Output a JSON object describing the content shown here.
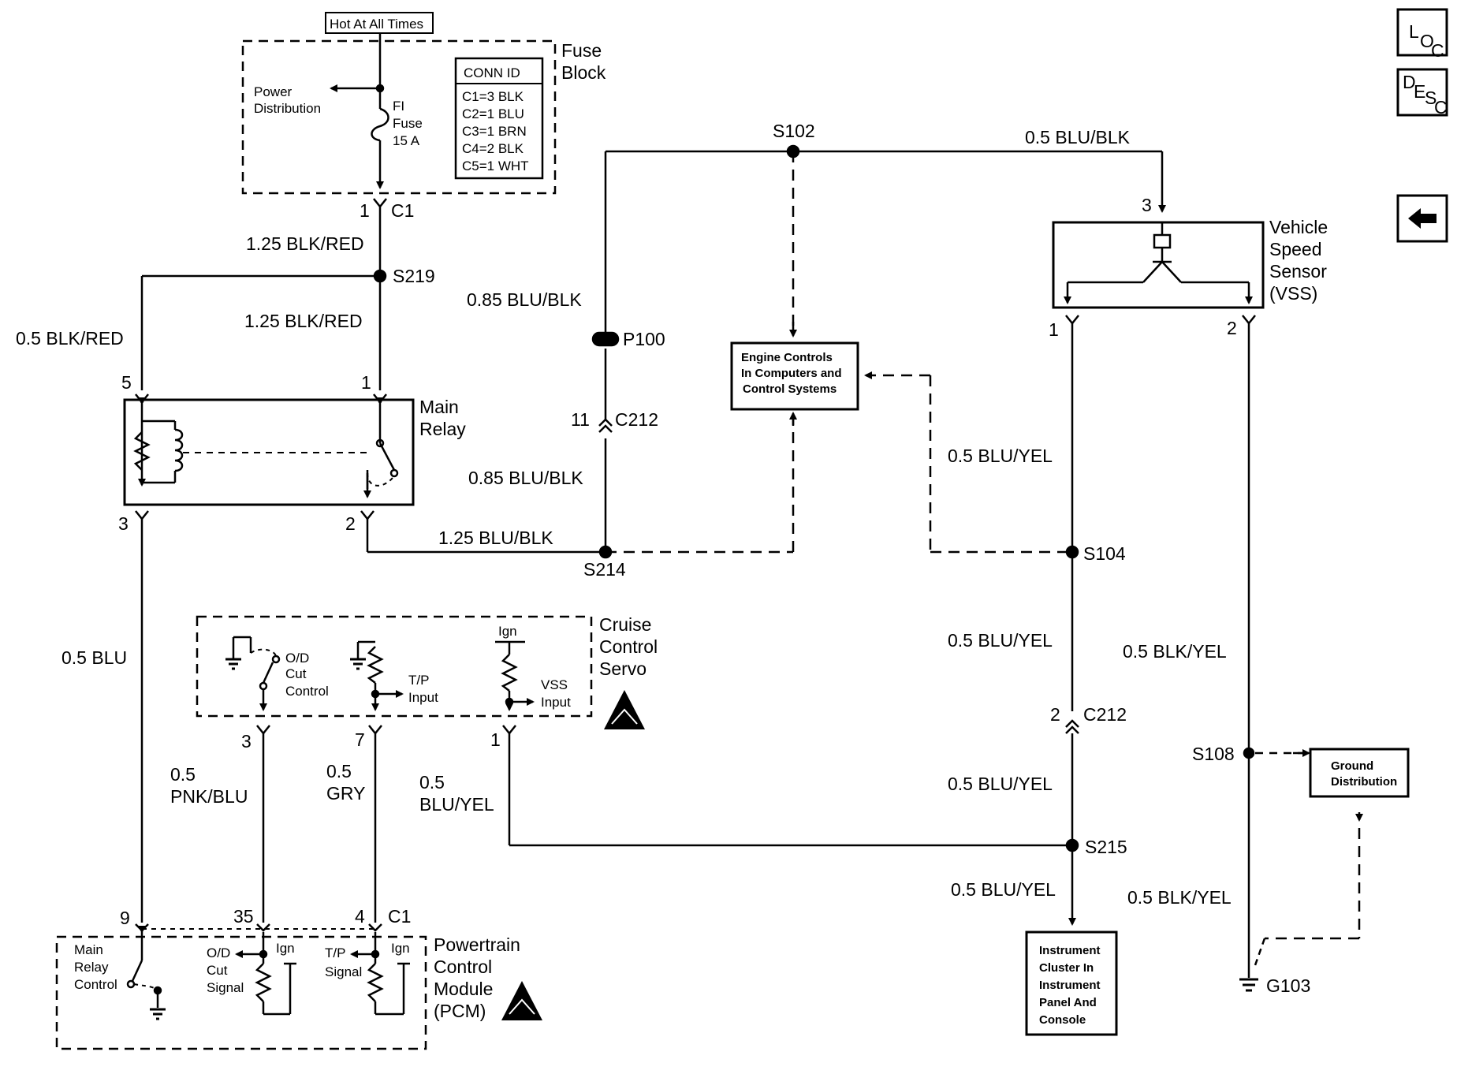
{
  "nav": {
    "loc": [
      "L",
      "O",
      "C"
    ],
    "desc": [
      "D",
      "E",
      "S",
      "C"
    ],
    "back_icon": "left-arrow-icon"
  },
  "fuse_block": {
    "hot_label": "Hot At All Times",
    "title": [
      "Fuse",
      "Block"
    ],
    "power_dist": [
      "Power",
      "Distribution"
    ],
    "fuse_label": [
      "FI",
      "Fuse",
      "15 A"
    ],
    "conn_header": "CONN ID",
    "conn_rows": [
      "C1=3 BLK",
      "C2=1 BLU",
      "C3=1 BRN",
      "C4=2 BLK",
      "C5=1 WHT"
    ],
    "pin": "1",
    "conn": "C1"
  },
  "main_relay": {
    "title": [
      "Main",
      "Relay"
    ],
    "pins": {
      "p5": "5",
      "p1": "1",
      "p3": "3",
      "p2": "2"
    }
  },
  "splices": {
    "s219": "S219",
    "s102": "S102",
    "s214": "S214",
    "s104": "S104",
    "s215": "S215",
    "s108": "S108"
  },
  "connectors": {
    "p100": "P100",
    "c212_pin11": "11",
    "c212": "C212",
    "c212_pin2": "2",
    "c212_b": "C212"
  },
  "wires": {
    "w_blkred_1": "1.25 BLK/RED",
    "w_blkred_2": "1.25 BLK/RED",
    "w_blkred_05": "0.5 BLK/RED",
    "w_blublk_085a": "0.85 BLU/BLK",
    "w_blublk_085b": "0.85 BLU/BLK",
    "w_blublk_125": "1.25 BLU/BLK",
    "w_blublk_05": "0.5 BLU/BLK",
    "w_bluyel_1": "0.5 BLU/YEL",
    "w_bluyel_2": "0.5 BLU/YEL",
    "w_bluyel_3": "0.5 BLU/YEL",
    "w_bluyel_4": "0.5 BLU/YEL",
    "w_blkyel_1": "0.5 BLK/YEL",
    "w_blkyel_2": "0.5 BLK/YEL",
    "w_blu": "0.5 BLU",
    "w_pnkblu": [
      "0.5",
      "PNK/BLU"
    ],
    "w_gry": [
      "0.5",
      "GRY"
    ],
    "w_bluyel_servo": [
      "0.5",
      "BLU/YEL"
    ]
  },
  "engine_controls": [
    "Engine Controls",
    "In Computers and",
    "Control Systems"
  ],
  "vss": {
    "title": [
      "Vehicle",
      "Speed",
      "Sensor",
      "(VSS)"
    ],
    "pin3": "3",
    "pin1": "1",
    "pin2": "2"
  },
  "servo": {
    "title": [
      "Cruise",
      "Control",
      "Servo"
    ],
    "od_label": [
      "O/D",
      "Cut",
      "Control"
    ],
    "tp_label": [
      "T/P",
      "Input"
    ],
    "ign": "Ign",
    "vss_label": [
      "VSS",
      "Input"
    ],
    "pin3": "3",
    "pin7": "7",
    "pin1": "1"
  },
  "pcm": {
    "title": [
      "Powertrain",
      "Control",
      "Module",
      "(PCM)"
    ],
    "relay_ctrl": [
      "Main",
      "Relay",
      "Control"
    ],
    "od_signal": [
      "O/D",
      "Cut",
      "Signal"
    ],
    "tp_signal": [
      "T/P",
      "Signal"
    ],
    "ign": "Ign",
    "pin9": "9",
    "pin35": "35",
    "pin4": "4",
    "conn": "C1"
  },
  "ground": {
    "dist": [
      "Ground",
      "Distribution"
    ],
    "g103": "G103"
  },
  "cluster": [
    "Instrument",
    "Cluster In",
    "Instrument",
    "Panel And",
    "Console"
  ]
}
